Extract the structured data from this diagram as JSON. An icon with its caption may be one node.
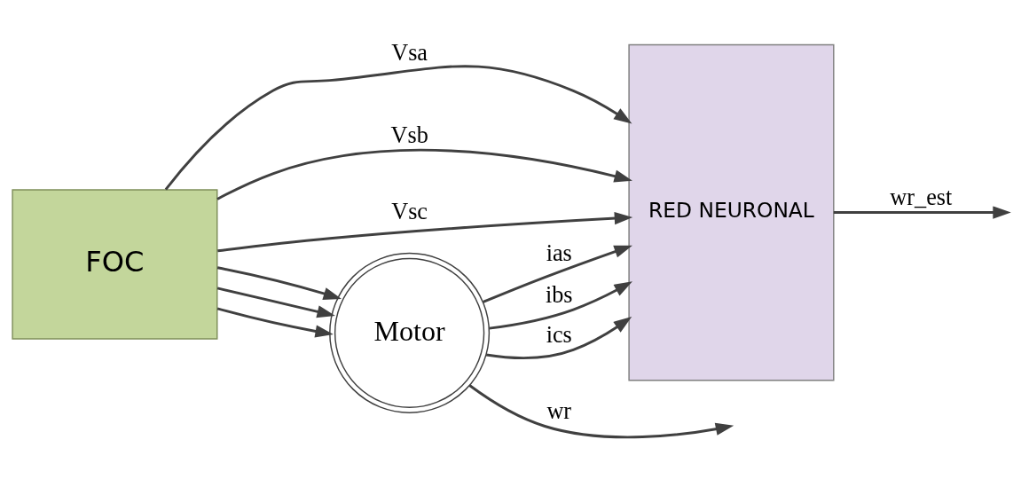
{
  "diagram": {
    "nodes": [
      {
        "text": [
          "FOC"
        ]
      },
      {
        "text": [
          "RED NEURONAL"
        ]
      },
      {
        "text": [
          "Motor"
        ]
      }
    ],
    "edges": [
      {
        "from": 0,
        "to": 1,
        "label": "Vsa",
        "arrow": "to"
      },
      {
        "from": 0,
        "to": 1,
        "label": "Vsb",
        "arrow": "to"
      },
      {
        "from": 0,
        "to": 1,
        "label": "Vsc",
        "arrow": "to"
      },
      {
        "from": 0,
        "to": 2,
        "arrow": "to"
      },
      {
        "from": 0,
        "to": 2,
        "arrow": "to"
      },
      {
        "from": 0,
        "to": 2,
        "arrow": "to"
      },
      {
        "from": 2,
        "to": 1,
        "label": "ias",
        "arrow": "to"
      },
      {
        "from": 2,
        "to": 1,
        "label": "ibs",
        "arrow": "to"
      },
      {
        "from": 2,
        "to": 1,
        "label": "ics",
        "arrow": "to"
      },
      {
        "from": 1,
        "to": null,
        "label": "wr_est",
        "arrow": "to"
      },
      {
        "from": 2,
        "to": null,
        "label": "wr",
        "arrow": "to"
      }
    ]
  }
}
